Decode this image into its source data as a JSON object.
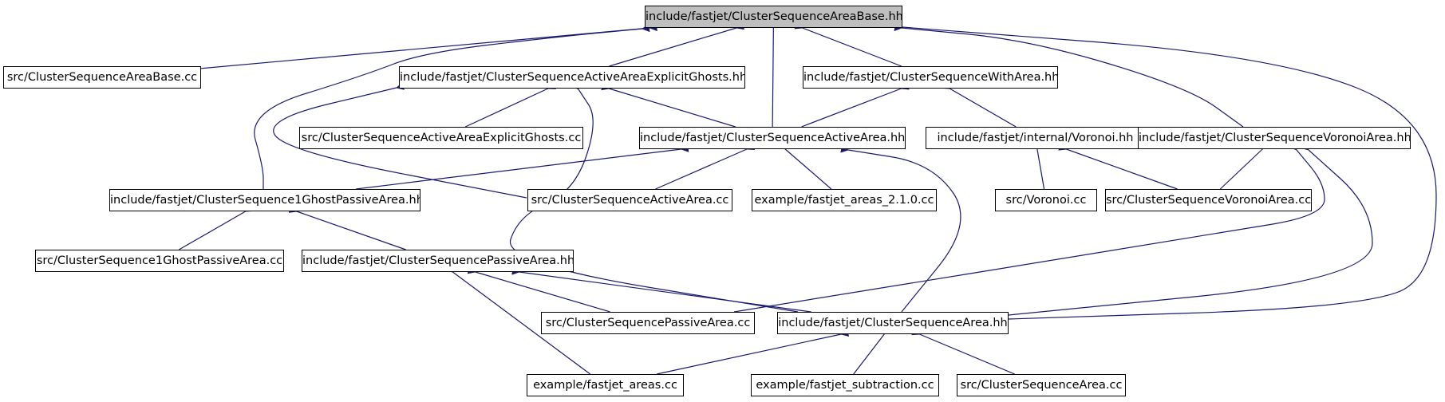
{
  "graph": {
    "focus_node": "n0",
    "edge_color": "#191970",
    "focus_fill": "#bfbfbf",
    "nodes": [
      {
        "id": "n0",
        "label": "include/fastjet/ClusterSequenceAreaBase.hh"
      },
      {
        "id": "n1",
        "label": "src/ClusterSequenceAreaBase.cc"
      },
      {
        "id": "n2",
        "label": "include/fastjet/ClusterSequenceActiveAreaExplicitGhosts.hh"
      },
      {
        "id": "n3",
        "label": "include/fastjet/ClusterSequenceWithArea.hh"
      },
      {
        "id": "n4",
        "label": "src/ClusterSequenceActiveAreaExplicitGhosts.cc"
      },
      {
        "id": "n5",
        "label": "include/fastjet/ClusterSequenceActiveArea.hh"
      },
      {
        "id": "n6",
        "label": "include/fastjet/internal/Voronoi.hh"
      },
      {
        "id": "n7",
        "label": "include/fastjet/ClusterSequenceVoronoiArea.hh"
      },
      {
        "id": "n8",
        "label": "include/fastjet/ClusterSequence1GhostPassiveArea.hh"
      },
      {
        "id": "n9",
        "label": "src/ClusterSequenceActiveArea.cc"
      },
      {
        "id": "n10",
        "label": "example/fastjet_areas_2.1.0.cc"
      },
      {
        "id": "n11",
        "label": "src/Voronoi.cc"
      },
      {
        "id": "n12",
        "label": "src/ClusterSequenceVoronoiArea.cc"
      },
      {
        "id": "n13",
        "label": "src/ClusterSequence1GhostPassiveArea.cc"
      },
      {
        "id": "n14",
        "label": "include/fastjet/ClusterSequencePassiveArea.hh"
      },
      {
        "id": "n15",
        "label": "src/ClusterSequencePassiveArea.cc"
      },
      {
        "id": "n16",
        "label": "include/fastjet/ClusterSequenceArea.hh"
      },
      {
        "id": "n17",
        "label": "example/fastjet_areas.cc"
      },
      {
        "id": "n18",
        "label": "example/fastjet_subtraction.cc"
      },
      {
        "id": "n19",
        "label": "src/ClusterSequenceArea.cc"
      }
    ],
    "edges": [
      [
        "n0",
        "n1"
      ],
      [
        "n0",
        "n2"
      ],
      [
        "n0",
        "n3"
      ],
      [
        "n0",
        "n5"
      ],
      [
        "n0",
        "n7"
      ],
      [
        "n0",
        "n8"
      ],
      [
        "n0",
        "n16"
      ],
      [
        "n2",
        "n4"
      ],
      [
        "n2",
        "n5"
      ],
      [
        "n2",
        "n9"
      ],
      [
        "n2",
        "n16"
      ],
      [
        "n3",
        "n5"
      ],
      [
        "n3",
        "n6"
      ],
      [
        "n5",
        "n8"
      ],
      [
        "n5",
        "n9"
      ],
      [
        "n5",
        "n10"
      ],
      [
        "n5",
        "n16"
      ],
      [
        "n6",
        "n11"
      ],
      [
        "n6",
        "n12"
      ],
      [
        "n7",
        "n12"
      ],
      [
        "n7",
        "n15"
      ],
      [
        "n7",
        "n16"
      ],
      [
        "n8",
        "n13"
      ],
      [
        "n8",
        "n14"
      ],
      [
        "n14",
        "n15"
      ],
      [
        "n14",
        "n16"
      ],
      [
        "n14",
        "n17"
      ],
      [
        "n16",
        "n17"
      ],
      [
        "n16",
        "n18"
      ],
      [
        "n16",
        "n19"
      ]
    ]
  }
}
